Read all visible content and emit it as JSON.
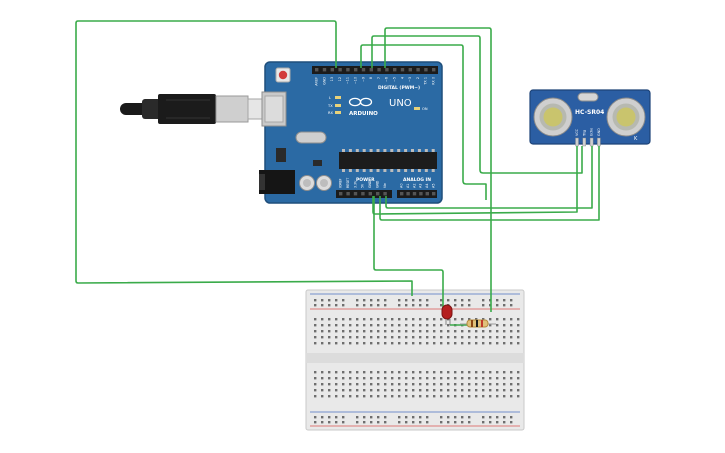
{
  "arduino": {
    "brand": "ARDUINO",
    "model": "UNO",
    "digital_header": "DIGITAL (PWM~)",
    "power_header": "POWER",
    "analog_header": "ANALOG IN",
    "led_labels": {
      "l": "L",
      "tx": "TX",
      "rx": "RX",
      "on": "ON"
    },
    "top_pins": [
      "AREF",
      "GND",
      "13",
      "12",
      "~11",
      "~10",
      "~9",
      "8",
      "7",
      "~6",
      "~5",
      "4",
      "~3",
      "2",
      "TX 1",
      "RX 0"
    ],
    "power_pins": [
      "IOREF",
      "RESET",
      "3.3V",
      "5V",
      "GND",
      "GND",
      "Vin"
    ],
    "analog_pins": [
      "A0",
      "A1",
      "A2",
      "A3",
      "A4",
      "A5"
    ]
  },
  "sensor": {
    "model": "HC-SR04",
    "pins": [
      "VCC",
      "Trig",
      "Echo",
      "GND"
    ]
  },
  "colors": {
    "board": "#2b6aa4",
    "board_dark": "#1f4f7c",
    "wire": "#3aab4a",
    "breadboard": "#e9e9e9",
    "rail_red": "#d9534f",
    "rail_blue": "#4a6fc2",
    "led": "#b51f1f"
  },
  "icons": [
    "usb-cable-icon",
    "power-jack-icon",
    "reset-button-icon",
    "ultrasonic-transducer-icon"
  ]
}
